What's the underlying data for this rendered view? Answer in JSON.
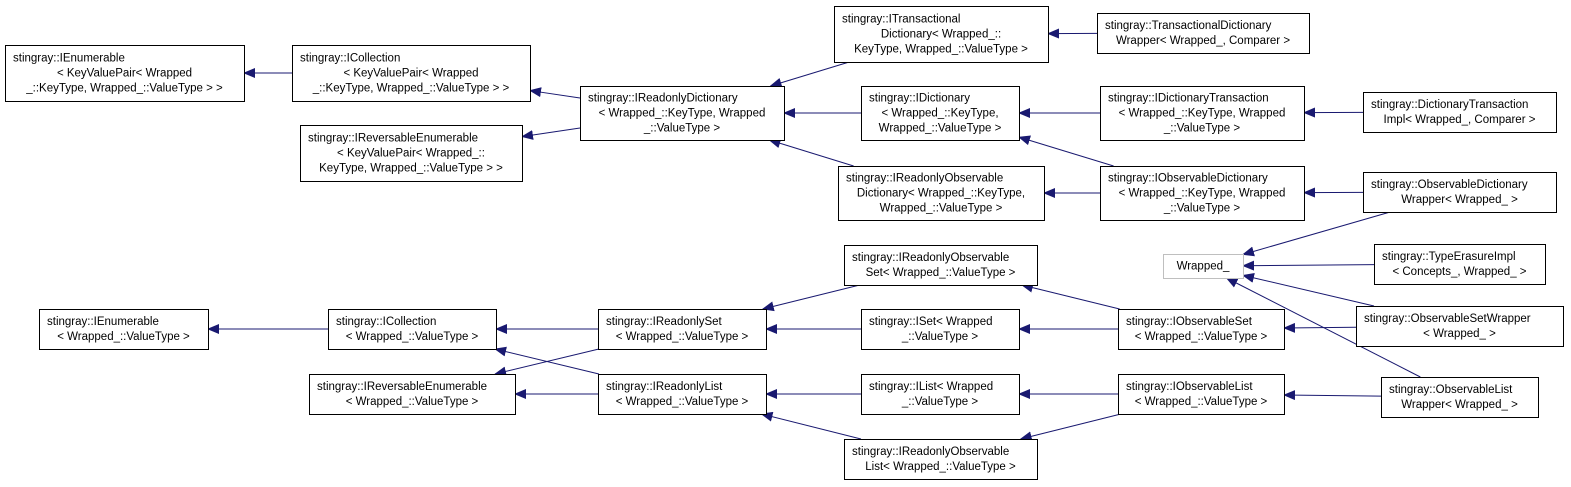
{
  "nodes": [
    {
      "id": "ienum_kvp",
      "lines": [
        "stingray::IEnumerable",
        "< KeyValuePair< Wrapped",
        "_::KeyType, Wrapped_::ValueType > >"
      ]
    },
    {
      "id": "icoll_kvp",
      "lines": [
        "stingray::ICollection",
        "< KeyValuePair< Wrapped",
        "_::KeyType, Wrapped_::ValueType > >"
      ]
    },
    {
      "id": "irevenum_kvp",
      "lines": [
        "stingray::IReversableEnumerable",
        "< KeyValuePair< Wrapped_::",
        "KeyType, Wrapped_::ValueType > >"
      ]
    },
    {
      "id": "ireadonlydict",
      "lines": [
        "stingray::IReadonlyDictionary",
        "< Wrapped_::KeyType, Wrapped",
        "_::ValueType >"
      ]
    },
    {
      "id": "itransdict",
      "lines": [
        "stingray::ITransactional",
        "Dictionary< Wrapped_::",
        "KeyType, Wrapped_::ValueType >"
      ]
    },
    {
      "id": "idict",
      "lines": [
        "stingray::IDictionary",
        "< Wrapped_::KeyType,",
        "Wrapped_::ValueType >"
      ]
    },
    {
      "id": "iroobsdict",
      "lines": [
        "stingray::IReadonlyObservable",
        "Dictionary< Wrapped_::KeyType,",
        "Wrapped_::ValueType >"
      ]
    },
    {
      "id": "transdictwrapper",
      "lines": [
        "stingray::TransactionalDictionary",
        "Wrapper< Wrapped_, Comparer >"
      ]
    },
    {
      "id": "idicttrans",
      "lines": [
        "stingray::IDictionaryTransaction",
        "< Wrapped_::KeyType, Wrapped",
        "_::ValueType >"
      ]
    },
    {
      "id": "iobsdict",
      "lines": [
        "stingray::IObservableDictionary",
        "< Wrapped_::KeyType, Wrapped",
        "_::ValueType >"
      ]
    },
    {
      "id": "dicttransimpl",
      "lines": [
        "stingray::DictionaryTransaction",
        "Impl< Wrapped_, Comparer >"
      ]
    },
    {
      "id": "obsdictwrapper",
      "lines": [
        "stingray::ObservableDictionary",
        "Wrapper< Wrapped_ >"
      ]
    },
    {
      "id": "wrapped",
      "lines": [
        "Wrapped_"
      ],
      "style": "gray"
    },
    {
      "id": "typeerasure",
      "lines": [
        "stingray::TypeErasureImpl",
        "< Concepts_, Wrapped_ >"
      ]
    },
    {
      "id": "obssetwrapper",
      "lines": [
        "stingray::ObservableSetWrapper",
        "< Wrapped_ >"
      ]
    },
    {
      "id": "obslistwrapper",
      "lines": [
        "stingray::ObservableList",
        "Wrapper< Wrapped_ >"
      ]
    },
    {
      "id": "ienum_vt",
      "lines": [
        "stingray::IEnumerable",
        "< Wrapped_::ValueType >"
      ]
    },
    {
      "id": "icoll_vt",
      "lines": [
        "stingray::ICollection",
        "< Wrapped_::ValueType >"
      ]
    },
    {
      "id": "irevenum_vt",
      "lines": [
        "stingray::IReversableEnumerable",
        "< Wrapped_::ValueType >"
      ]
    },
    {
      "id": "iroset",
      "lines": [
        "stingray::IReadonlySet",
        "< Wrapped_::ValueType >"
      ]
    },
    {
      "id": "irolist",
      "lines": [
        "stingray::IReadonlyList",
        "< Wrapped_::ValueType >"
      ]
    },
    {
      "id": "iroobsset",
      "lines": [
        "stingray::IReadonlyObservable",
        "Set< Wrapped_::ValueType >"
      ]
    },
    {
      "id": "iset",
      "lines": [
        "stingray::ISet< Wrapped",
        "_::ValueType >"
      ]
    },
    {
      "id": "ilist",
      "lines": [
        "stingray::IList< Wrapped",
        "_::ValueType >"
      ]
    },
    {
      "id": "iroobslist",
      "lines": [
        "stingray::IReadonlyObservable",
        "List< Wrapped_::ValueType >"
      ]
    },
    {
      "id": "iobsset",
      "lines": [
        "stingray::IObservableSet",
        "< Wrapped_::ValueType >"
      ]
    },
    {
      "id": "iobslist",
      "lines": [
        "stingray::IObservableList",
        "< Wrapped_::ValueType >"
      ]
    }
  ],
  "edges": [
    {
      "from": "icoll_kvp",
      "to": "ienum_kvp"
    },
    {
      "from": "ireadonlydict",
      "to": "icoll_kvp"
    },
    {
      "from": "ireadonlydict",
      "to": "irevenum_kvp"
    },
    {
      "from": "itransdict",
      "to": "ireadonlydict"
    },
    {
      "from": "idict",
      "to": "ireadonlydict"
    },
    {
      "from": "iroobsdict",
      "to": "ireadonlydict"
    },
    {
      "from": "transdictwrapper",
      "to": "itransdict"
    },
    {
      "from": "idicttrans",
      "to": "idict"
    },
    {
      "from": "iobsdict",
      "to": "idict"
    },
    {
      "from": "iobsdict",
      "to": "iroobsdict"
    },
    {
      "from": "dicttransimpl",
      "to": "idicttrans"
    },
    {
      "from": "obsdictwrapper",
      "to": "iobsdict"
    },
    {
      "from": "obsdictwrapper",
      "to": "wrapped"
    },
    {
      "from": "typeerasure",
      "to": "wrapped"
    },
    {
      "from": "obssetwrapper",
      "to": "wrapped"
    },
    {
      "from": "obslistwrapper",
      "to": "wrapped"
    },
    {
      "from": "icoll_vt",
      "to": "ienum_vt"
    },
    {
      "from": "iroset",
      "to": "icoll_vt"
    },
    {
      "from": "irolist",
      "to": "icoll_vt"
    },
    {
      "from": "iroset",
      "to": "irevenum_vt"
    },
    {
      "from": "irolist",
      "to": "irevenum_vt"
    },
    {
      "from": "iroobsset",
      "to": "iroset"
    },
    {
      "from": "iset",
      "to": "iroset"
    },
    {
      "from": "ilist",
      "to": "irolist"
    },
    {
      "from": "iroobslist",
      "to": "irolist"
    },
    {
      "from": "iobsset",
      "to": "iroobsset"
    },
    {
      "from": "iobsset",
      "to": "iset"
    },
    {
      "from": "iobslist",
      "to": "ilist"
    },
    {
      "from": "iobslist",
      "to": "iroobslist"
    },
    {
      "from": "obssetwrapper",
      "to": "iobsset"
    },
    {
      "from": "obslistwrapper",
      "to": "iobslist"
    }
  ]
}
